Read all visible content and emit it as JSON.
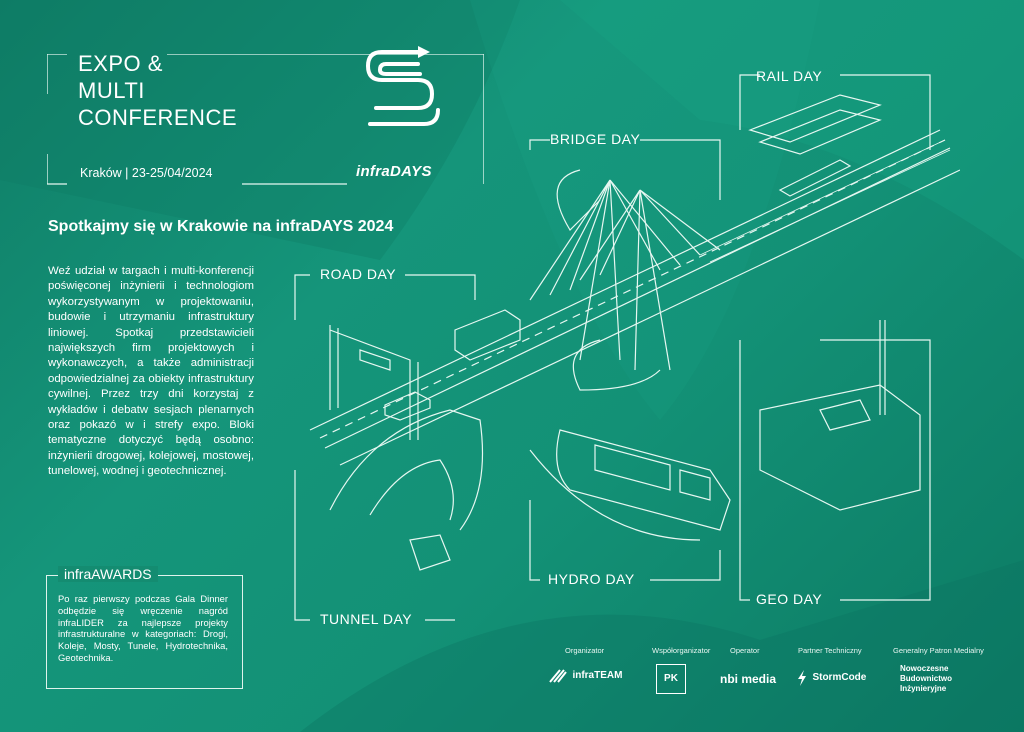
{
  "event": {
    "title_lines": [
      "EXPO &",
      "MULTI",
      "CONFERENCE"
    ],
    "location_date": "Kraków | 23-25/04/2024",
    "logo_text": "infraDAYS"
  },
  "headline": "Spotkajmy się w Krakowie na infraDAYS 2024",
  "body": "Weź udział w targach i multi-konferencji poświęconej inżynierii i technologiom wykorzystywanym w projektowaniu, budowie i utrzymaniu infrastruktury liniowej. Spotkaj przedstawicieli największych firm projektowych i wykonawczych, a także administracji odpowiedzialnej za obiekty infrastruktury cywilnej. Przez trzy dni korzystaj z wykładów i debatw sesjach plenarnych oraz pokazó w i strefy expo. Bloki tematyczne dotyczyć będą osobno: inżynierii drogowej, kolejowej, mostowej, tunelowej, wodnej i geotechnicznej.",
  "awards": {
    "title": "infraAWARDS",
    "text": "Po raz pierwszy podczas Gala Dinner odbędzie się wręczenie nagród infraLIDER za najlepsze projekty infrastrukturalne w kategoriach: Drogi, Koleje, Mosty, Tunele, Hydrotechnika, Geotechnika."
  },
  "days": {
    "bridge": "BRIDGE DAY",
    "rail": "RAIL DAY",
    "road": "ROAD DAY",
    "tunnel": "TUNNEL DAY",
    "hydro": "HYDRO DAY",
    "geo": "GEO DAY"
  },
  "partners": [
    {
      "role": "Organizator",
      "name": "infraTEAM"
    },
    {
      "role": "Współorganizator",
      "name": "PK"
    },
    {
      "role": "Operator",
      "name": "nbi media"
    },
    {
      "role": "Partner Techniczny",
      "name": "StormCode"
    },
    {
      "role": "Generalny Patron Medialny",
      "name": "Nowoczesne Budownictwo Inżynieryjne"
    }
  ],
  "colors": {
    "background": "#139176",
    "line": "#e6f7f1"
  }
}
